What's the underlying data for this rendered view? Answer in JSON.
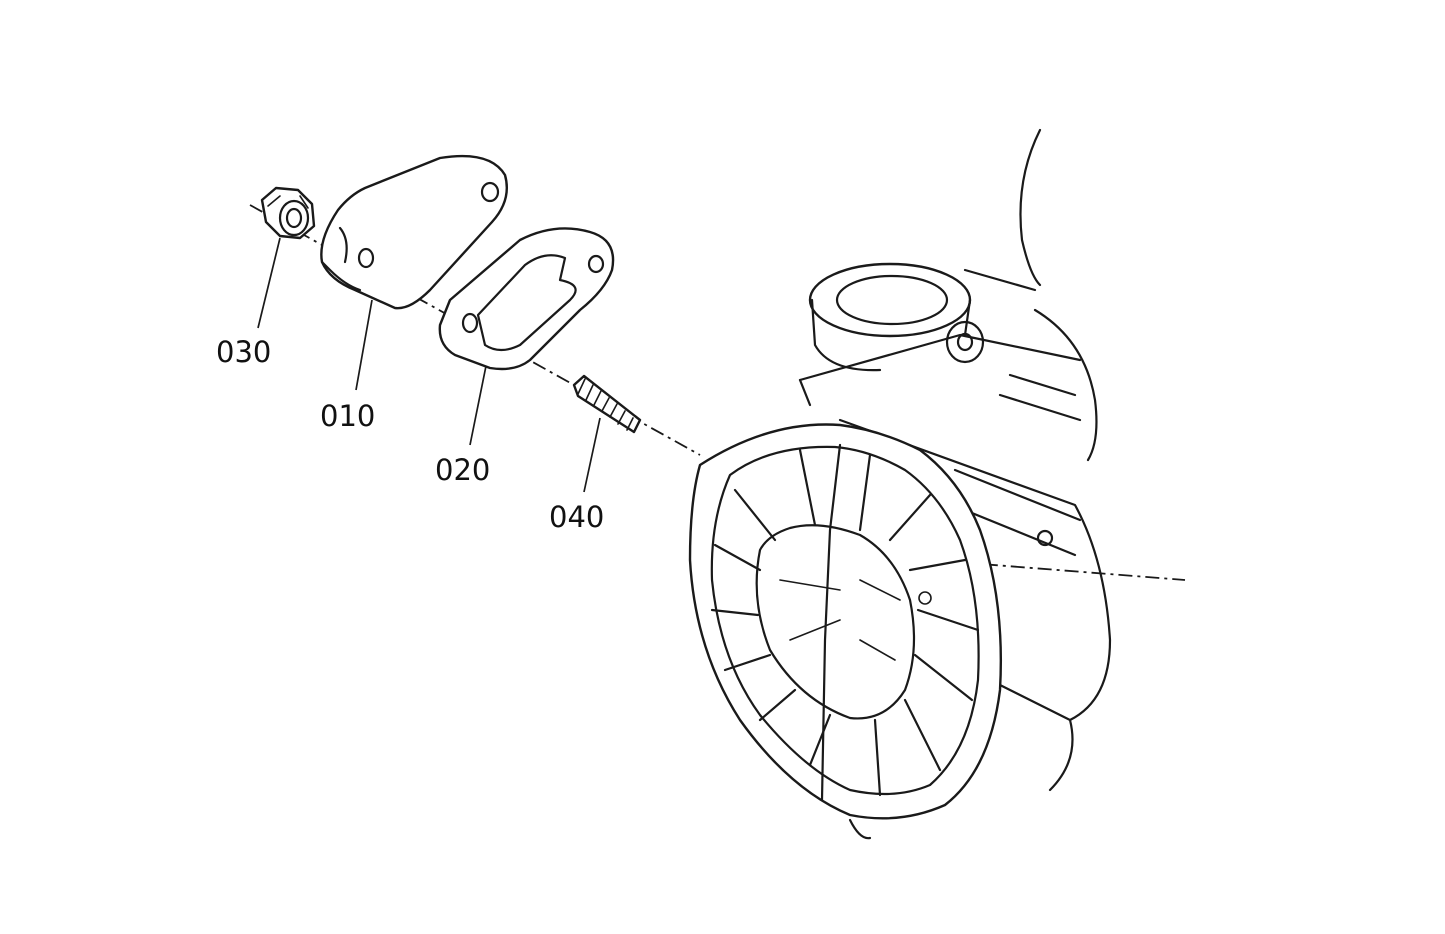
{
  "diagram": {
    "callouts": [
      {
        "id": "030",
        "label": "030",
        "part": "nut"
      },
      {
        "id": "010",
        "label": "010",
        "part": "cover-plate"
      },
      {
        "id": "020",
        "label": "020",
        "part": "gasket"
      },
      {
        "id": "040",
        "label": "040",
        "part": "stud"
      }
    ]
  }
}
